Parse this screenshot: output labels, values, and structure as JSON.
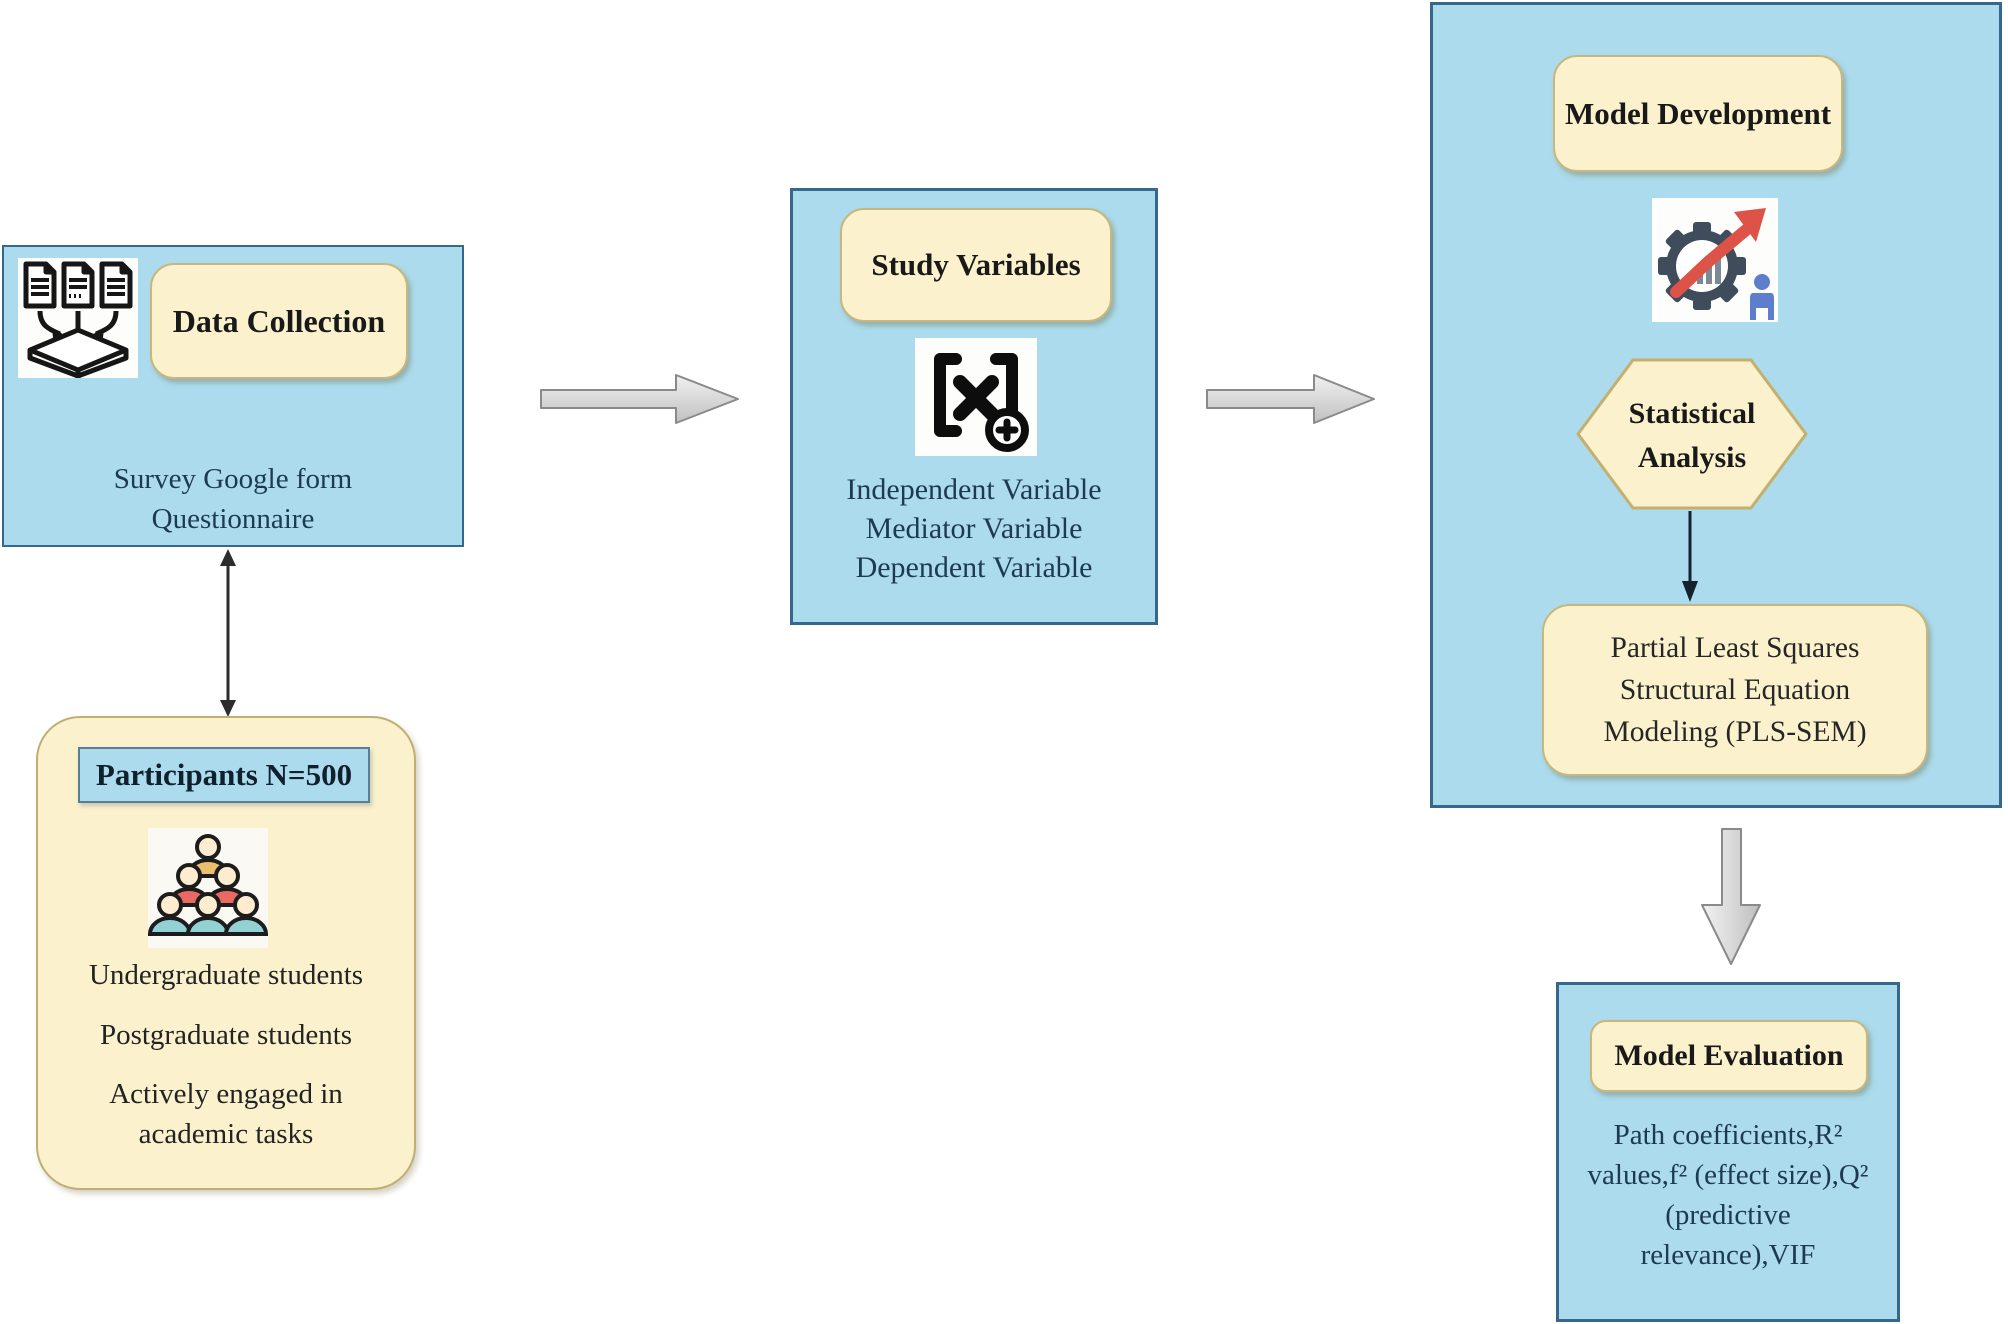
{
  "palette": {
    "box_blue_fill": "#abdbec",
    "box_blue_border": "#35688a",
    "cream_fill": "#fbf2cd",
    "cream_border": "#c7b77e",
    "arrow_gray_fill": "#d8d8d8",
    "arrow_gray_border": "#8a8a8a",
    "red_arrow": "#dd5348",
    "person_blue": "#5d7fcb"
  },
  "nodes": {
    "data_collection": {
      "title": "Data Collection",
      "body": "Survey Google form\nQuestionnaire",
      "icon": "documents-into-tray-icon"
    },
    "participants": {
      "title": "Participants N=500",
      "icon": "people-pyramid-icon",
      "items": [
        "Undergraduate students",
        "Postgraduate students",
        "Actively engaged in\nacademic tasks"
      ]
    },
    "study_variables": {
      "title": "Study Variables",
      "icon": "variable-brackets-plus-icon",
      "body": "Independent Variable\nMediator Variable\nDependent Variable"
    },
    "model_development": {
      "title": "Model Development",
      "icon": "gear-growth-chart-icon",
      "hexagon": "Statistical\nAnalysis",
      "method": "Partial Least Squares\nStructural Equation\nModeling (PLS-SEM)"
    },
    "model_evaluation": {
      "title": "Model Evaluation",
      "body": "Path coefficients,R²\nvalues,f² (effect size),Q²\n(predictive\nrelevance),VIF"
    }
  },
  "connectors": {
    "dc_to_sv": "right-block-arrow",
    "sv_to_md": "right-block-arrow",
    "dc_to_participants": "vertical-double-arrow",
    "hex_to_pls": "thin-down-arrow",
    "md_to_me": "down-block-arrow"
  }
}
